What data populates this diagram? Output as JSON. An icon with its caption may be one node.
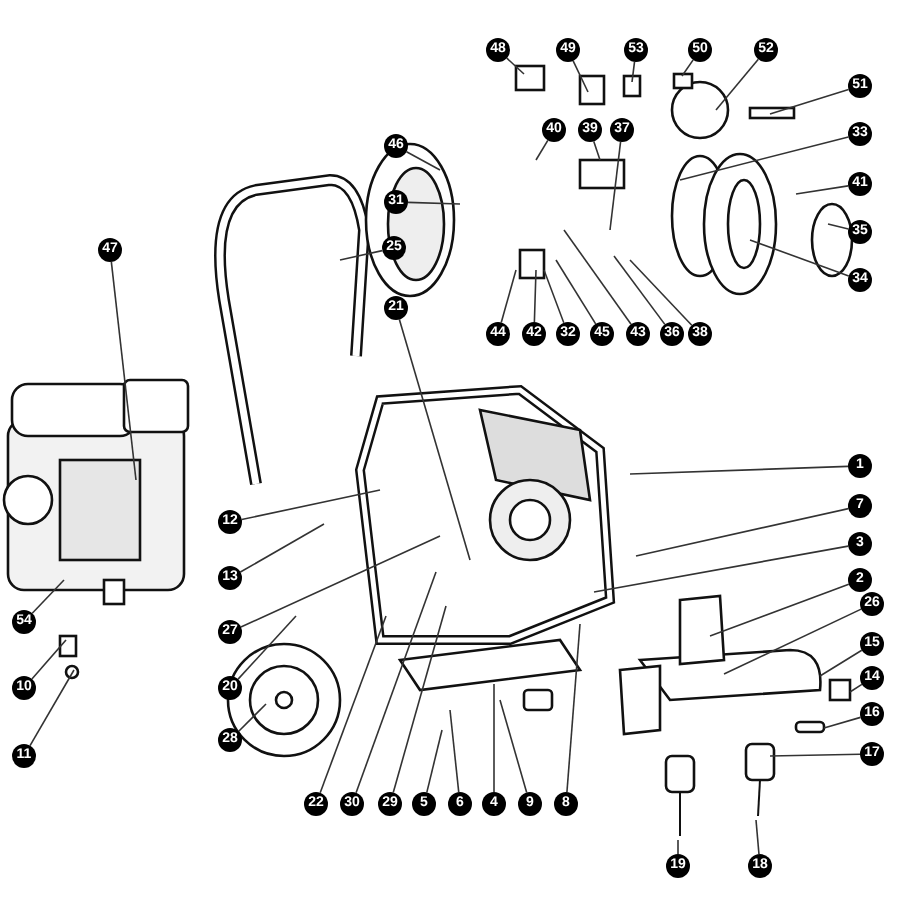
{
  "diagram": {
    "nodes": [
      {
        "text": [
          "48"
        ]
      },
      {
        "text": [
          "49"
        ]
      },
      {
        "text": [
          "53"
        ]
      },
      {
        "text": [
          "50"
        ]
      },
      {
        "text": [
          "52"
        ]
      },
      {
        "text": [
          "51"
        ]
      },
      {
        "text": [
          "40"
        ]
      },
      {
        "text": [
          "39"
        ]
      },
      {
        "text": [
          "37"
        ]
      },
      {
        "text": [
          "46"
        ]
      },
      {
        "text": [
          "33"
        ]
      },
      {
        "text": [
          "41"
        ]
      },
      {
        "text": [
          "31"
        ]
      },
      {
        "text": [
          "35"
        ]
      },
      {
        "text": [
          "25"
        ]
      },
      {
        "text": [
          "34"
        ]
      },
      {
        "text": [
          "44"
        ]
      },
      {
        "text": [
          "42"
        ]
      },
      {
        "text": [
          "32"
        ]
      },
      {
        "text": [
          "45"
        ]
      },
      {
        "text": [
          "43"
        ]
      },
      {
        "text": [
          "36"
        ]
      },
      {
        "text": [
          "38"
        ]
      },
      {
        "text": [
          "47"
        ]
      },
      {
        "text": [
          "21"
        ]
      },
      {
        "text": [
          "1"
        ]
      },
      {
        "text": [
          "7"
        ]
      },
      {
        "text": [
          "3"
        ]
      },
      {
        "text": [
          "2"
        ]
      },
      {
        "text": [
          "26"
        ]
      },
      {
        "text": [
          "15"
        ]
      },
      {
        "text": [
          "14"
        ]
      },
      {
        "text": [
          "16"
        ]
      },
      {
        "text": [
          "17"
        ]
      },
      {
        "text": [
          "12"
        ]
      },
      {
        "text": [
          "13"
        ]
      },
      {
        "text": [
          "27"
        ]
      },
      {
        "text": [
          "20"
        ]
      },
      {
        "text": [
          "28"
        ]
      },
      {
        "text": [
          "54"
        ]
      },
      {
        "text": [
          "10"
        ]
      },
      {
        "text": [
          "11"
        ]
      },
      {
        "text": [
          "22"
        ]
      },
      {
        "text": [
          "30"
        ]
      },
      {
        "text": [
          "29"
        ]
      },
      {
        "text": [
          "5"
        ]
      },
      {
        "text": [
          "6"
        ]
      },
      {
        "text": [
          "4"
        ]
      },
      {
        "text": [
          "9"
        ]
      },
      {
        "text": [
          "8"
        ]
      },
      {
        "text": [
          "19"
        ]
      },
      {
        "text": [
          "18"
        ]
      }
    ],
    "edges": [
      {
        "from": 0,
        "to": null,
        "arrow": "none"
      },
      {
        "from": 1,
        "to": null,
        "arrow": "none"
      },
      {
        "from": 2,
        "to": null,
        "arrow": "none"
      },
      {
        "from": 3,
        "to": null,
        "arrow": "none"
      },
      {
        "from": 4,
        "to": null,
        "arrow": "none"
      },
      {
        "from": 5,
        "to": null,
        "arrow": "none"
      },
      {
        "from": 6,
        "to": null,
        "arrow": "none"
      },
      {
        "from": 7,
        "to": null,
        "arrow": "none"
      },
      {
        "from": 8,
        "to": null,
        "arrow": "none"
      },
      {
        "from": 9,
        "to": null,
        "arrow": "none"
      },
      {
        "from": 10,
        "to": null,
        "arrow": "none"
      },
      {
        "from": 11,
        "to": null,
        "arrow": "none"
      },
      {
        "from": 12,
        "to": null,
        "arrow": "none"
      },
      {
        "from": 13,
        "to": null,
        "arrow": "none"
      },
      {
        "from": 14,
        "to": null,
        "arrow": "none"
      },
      {
        "from": 15,
        "to": null,
        "arrow": "none"
      },
      {
        "from": 16,
        "to": null,
        "arrow": "none"
      },
      {
        "from": 17,
        "to": null,
        "arrow": "none"
      },
      {
        "from": 18,
        "to": null,
        "arrow": "none"
      },
      {
        "from": 19,
        "to": null,
        "arrow": "none"
      },
      {
        "from": 20,
        "to": null,
        "arrow": "none"
      },
      {
        "from": 21,
        "to": null,
        "arrow": "none"
      },
      {
        "from": 22,
        "to": null,
        "arrow": "none"
      },
      {
        "from": 23,
        "to": null,
        "arrow": "none"
      },
      {
        "from": 24,
        "to": null,
        "arrow": "none"
      },
      {
        "from": 25,
        "to": null,
        "arrow": "none"
      },
      {
        "from": 26,
        "to": null,
        "arrow": "none"
      },
      {
        "from": 27,
        "to": null,
        "arrow": "none"
      },
      {
        "from": 28,
        "to": null,
        "arrow": "none"
      },
      {
        "from": 29,
        "to": null,
        "arrow": "none"
      },
      {
        "from": 30,
        "to": null,
        "arrow": "none"
      },
      {
        "from": 31,
        "to": null,
        "arrow": "none"
      },
      {
        "from": 32,
        "to": null,
        "arrow": "none"
      },
      {
        "from": 33,
        "to": null,
        "arrow": "none"
      },
      {
        "from": 34,
        "to": null,
        "arrow": "none"
      },
      {
        "from": 35,
        "to": null,
        "arrow": "none"
      },
      {
        "from": 36,
        "to": null,
        "arrow": "none"
      },
      {
        "from": 37,
        "to": null,
        "arrow": "none"
      },
      {
        "from": 38,
        "to": null,
        "arrow": "none"
      },
      {
        "from": 39,
        "to": null,
        "arrow": "none"
      },
      {
        "from": 40,
        "to": null,
        "arrow": "none"
      },
      {
        "from": 41,
        "to": null,
        "arrow": "none"
      },
      {
        "from": 42,
        "to": null,
        "arrow": "none"
      },
      {
        "from": 43,
        "to": null,
        "arrow": "none"
      },
      {
        "from": 44,
        "to": null,
        "arrow": "none"
      },
      {
        "from": 45,
        "to": null,
        "arrow": "none"
      },
      {
        "from": 46,
        "to": null,
        "arrow": "none"
      },
      {
        "from": 47,
        "to": null,
        "arrow": "none"
      },
      {
        "from": 48,
        "to": null,
        "arrow": "none"
      },
      {
        "from": 49,
        "to": null,
        "arrow": "none"
      },
      {
        "from": 50,
        "to": null,
        "arrow": "none"
      },
      {
        "from": 51,
        "to": null,
        "arrow": "none"
      }
    ]
  }
}
